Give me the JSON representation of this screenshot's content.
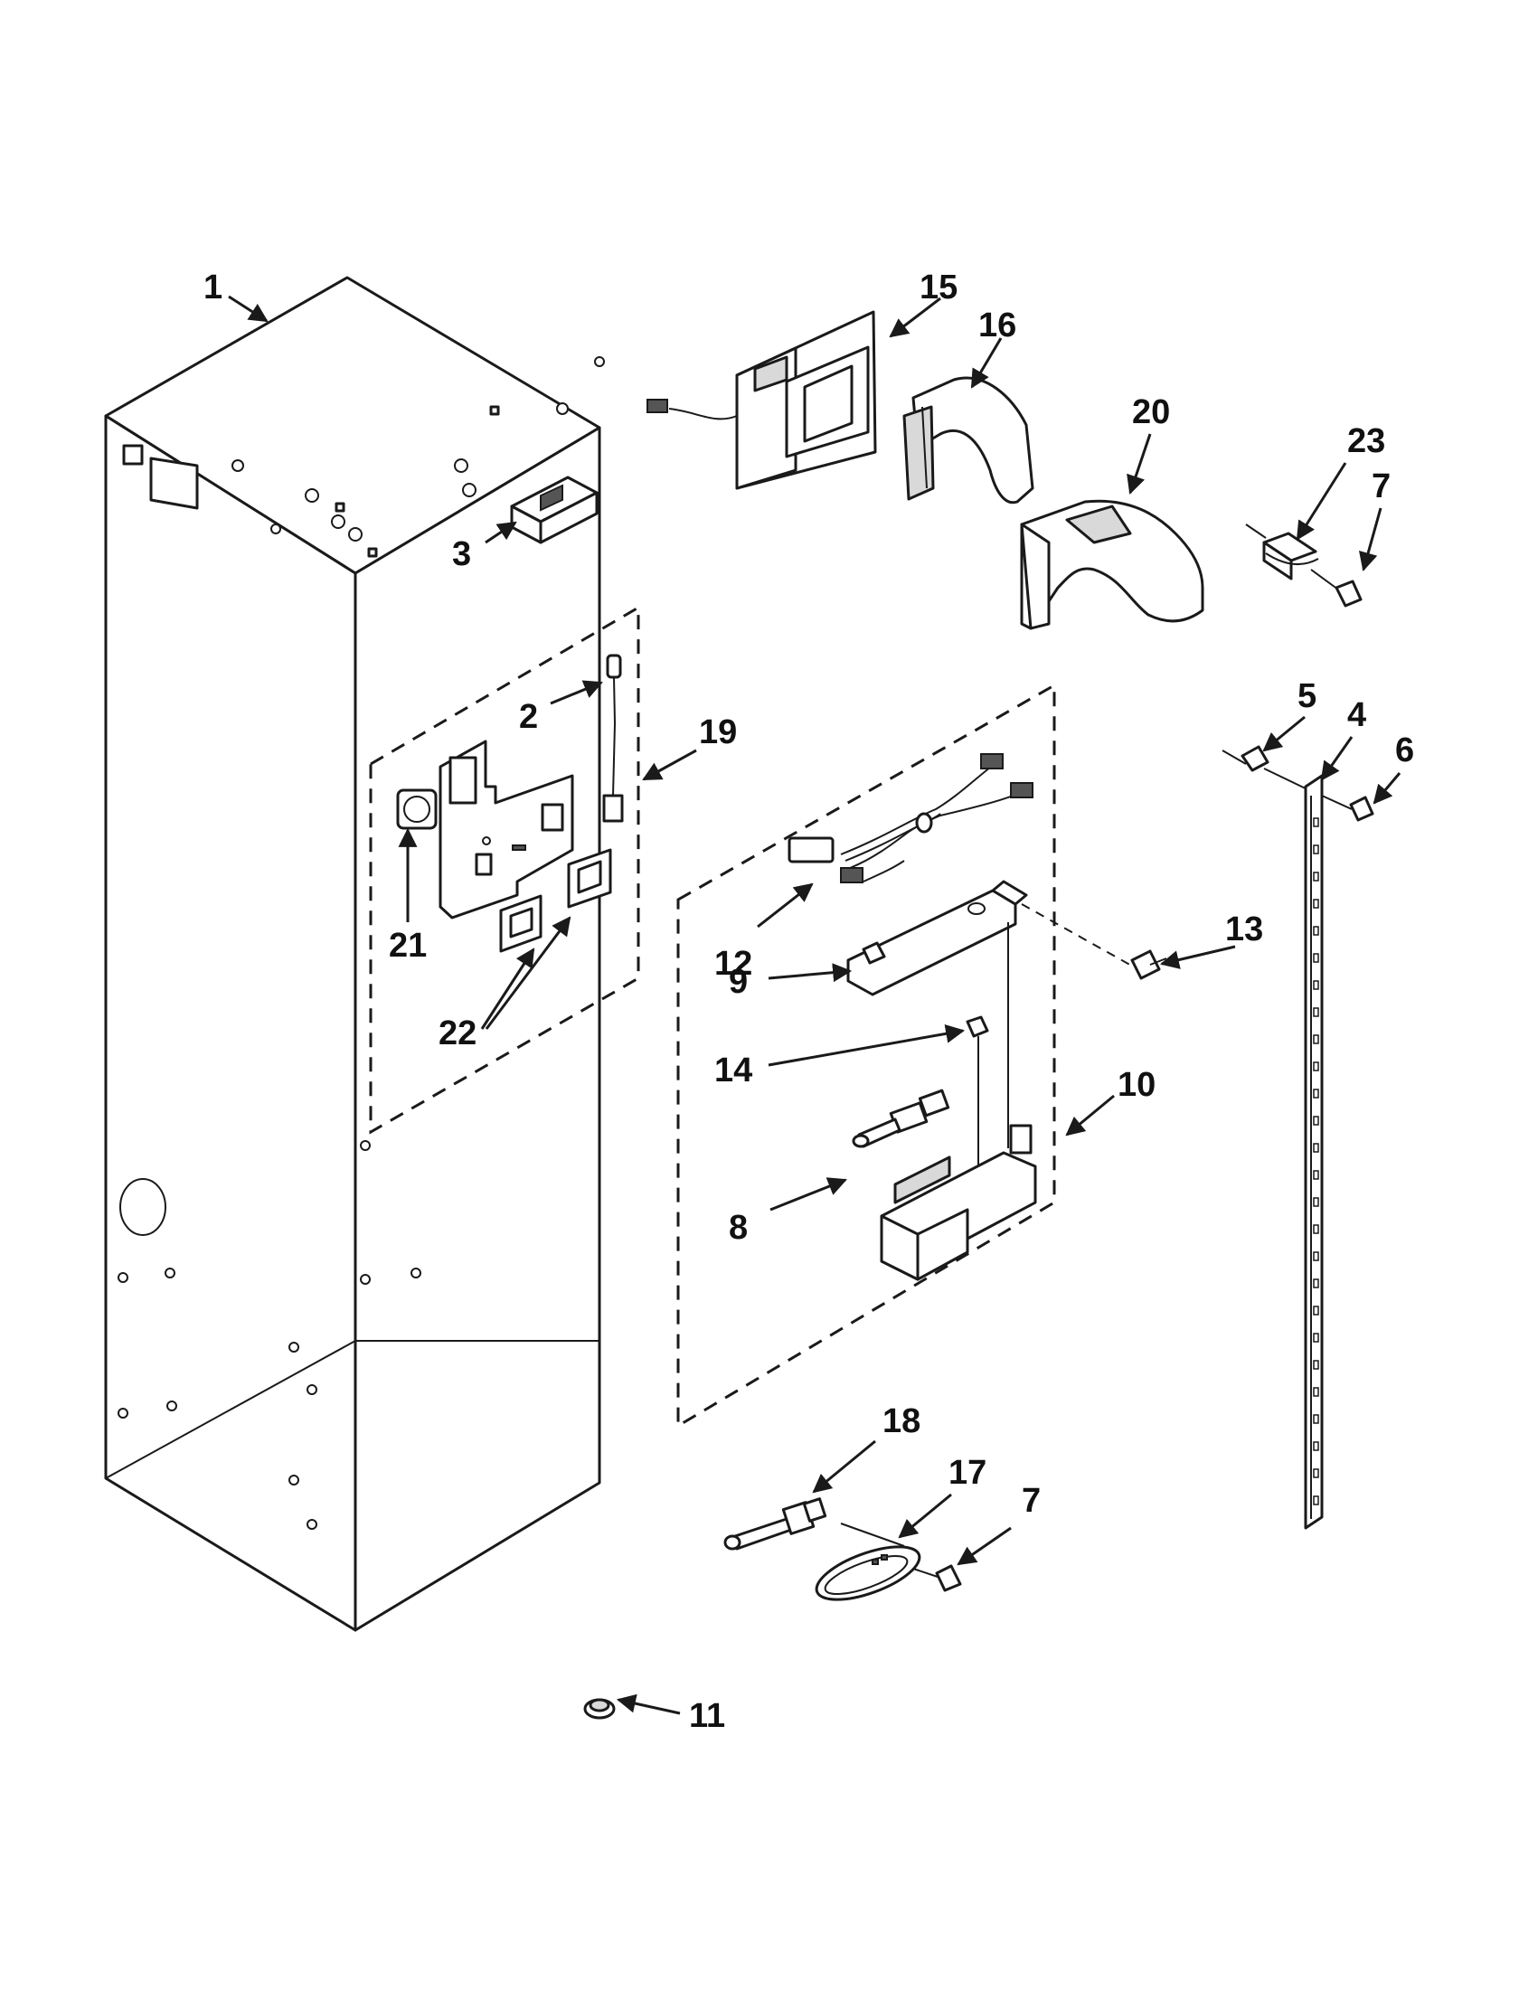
{
  "callouts": [
    {
      "id": "1",
      "text": "1"
    },
    {
      "id": "2",
      "text": "2"
    },
    {
      "id": "3",
      "text": "3"
    },
    {
      "id": "4",
      "text": "4"
    },
    {
      "id": "5",
      "text": "5"
    },
    {
      "id": "6",
      "text": "6"
    },
    {
      "id": "7a",
      "text": "7"
    },
    {
      "id": "7b",
      "text": "7"
    },
    {
      "id": "8",
      "text": "8"
    },
    {
      "id": "9",
      "text": "9"
    },
    {
      "id": "10",
      "text": "10"
    },
    {
      "id": "11",
      "text": "11"
    },
    {
      "id": "12",
      "text": "12"
    },
    {
      "id": "13",
      "text": "13"
    },
    {
      "id": "14",
      "text": "14"
    },
    {
      "id": "15",
      "text": "15"
    },
    {
      "id": "16",
      "text": "16"
    },
    {
      "id": "17",
      "text": "17"
    },
    {
      "id": "18",
      "text": "18"
    },
    {
      "id": "19",
      "text": "19"
    },
    {
      "id": "20",
      "text": "20"
    },
    {
      "id": "21",
      "text": "21"
    },
    {
      "id": "22",
      "text": "22"
    },
    {
      "id": "23",
      "text": "23"
    }
  ],
  "colors": {
    "ink": "#1a1a1a",
    "paper": "#ffffff",
    "shade": "#d9d9d9"
  }
}
